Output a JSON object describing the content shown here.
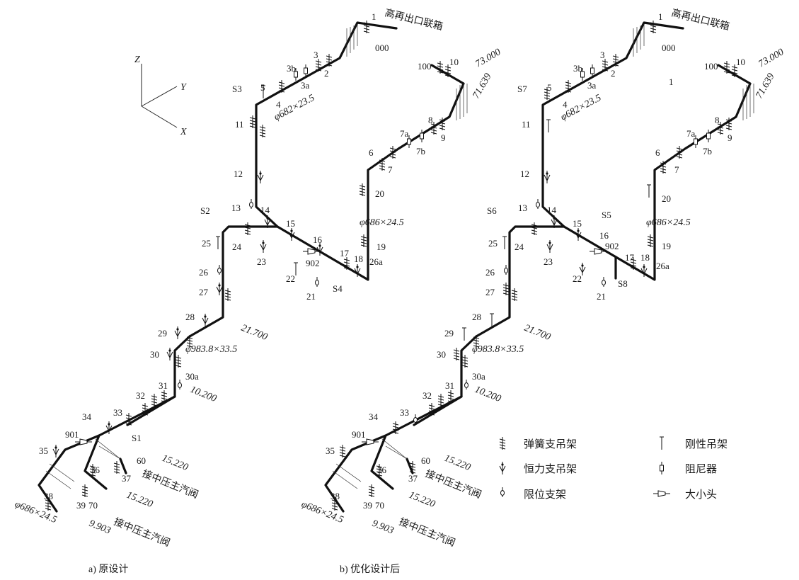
{
  "axes": {
    "z": "Z",
    "y": "Y",
    "x": "X"
  },
  "captions": {
    "a": "a) 原设计",
    "b": "b) 优化设计后"
  },
  "header_box": "高再出口联箱",
  "header_code": "000",
  "connect_label": "接中压主汽阀",
  "pipe_specs": {
    "upper": "φ682×23.5",
    "mid": "φ983.8×33.5",
    "right": "φ686×24.5",
    "lower": "φ686×24.5"
  },
  "elevations": {
    "e73": "73.000",
    "e71": "71.639",
    "e21": "21.700",
    "e10": "10.200",
    "e15": "15.220",
    "e9": "9.903"
  },
  "diagram_a": {
    "supports": [
      "1",
      "2",
      "3",
      "3a",
      "3b",
      "4",
      "5",
      "6",
      "7",
      "7a",
      "7b",
      "8",
      "9",
      "10",
      "100",
      "11",
      "12",
      "13",
      "14",
      "15",
      "16",
      "17",
      "18",
      "19",
      "20",
      "21",
      "22",
      "23",
      "24",
      "25",
      "26",
      "26a",
      "27",
      "28",
      "29",
      "30",
      "30a",
      "31",
      "32",
      "33",
      "34",
      "35",
      "36",
      "37",
      "38",
      "39",
      "60",
      "70",
      "901",
      "902"
    ],
    "restraints": [
      "S1",
      "S2",
      "S3",
      "S4"
    ]
  },
  "diagram_b": {
    "supports": [
      "1",
      "2",
      "3",
      "3a",
      "3b",
      "4",
      "5",
      "6",
      "7",
      "7a",
      "7b",
      "8",
      "9",
      "10",
      "100",
      "11",
      "12",
      "13",
      "14",
      "15",
      "16",
      "17",
      "18",
      "19",
      "20",
      "21",
      "22",
      "23",
      "24",
      "25",
      "26",
      "26a",
      "27",
      "28",
      "29",
      "30",
      "30a",
      "31",
      "32",
      "33",
      "34",
      "35",
      "36",
      "37",
      "38",
      "39",
      "60",
      "70",
      "901",
      "902"
    ],
    "restraints": [
      "S5",
      "S6",
      "S7",
      "S8"
    ],
    "note": "1"
  },
  "legend": [
    {
      "icon": "spring-hanger-icon",
      "label": "弹簧支吊架"
    },
    {
      "icon": "rigid-hanger-icon",
      "label": "刚性吊架"
    },
    {
      "icon": "constant-hanger-icon",
      "label": "恒力支吊架"
    },
    {
      "icon": "damper-icon",
      "label": "阻尼器"
    },
    {
      "icon": "limit-support-icon",
      "label": "限位支架"
    },
    {
      "icon": "reducer-icon",
      "label": "大小头"
    }
  ]
}
